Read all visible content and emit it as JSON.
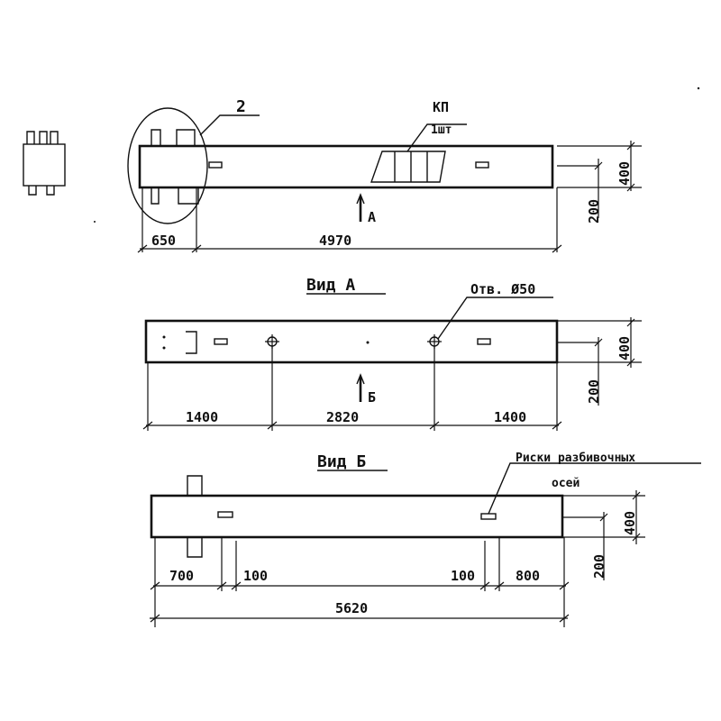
{
  "labels": {
    "callout_2": "2",
    "kp": "КП",
    "kp_qty": "1шт",
    "arrow_a": "А",
    "view_a_title": "Вид А",
    "hole_label": "Отв. Ø50",
    "arrow_b": "Б",
    "view_b_title": "Вид Б",
    "marks_line1": "Риски разбивочных",
    "marks_line2": "осей"
  },
  "dimensions": {
    "top": {
      "left": "650",
      "main": "4970",
      "height_total": "400",
      "height_half": "200"
    },
    "view_a": {
      "left": "1400",
      "middle": "2820",
      "right": "1400",
      "height_total": "400",
      "height_half": "200"
    },
    "view_b": {
      "left": "700",
      "left_gap": "100",
      "right_gap": "100",
      "right": "800",
      "overall": "5620",
      "height_total": "400",
      "height_half": "200"
    }
  }
}
